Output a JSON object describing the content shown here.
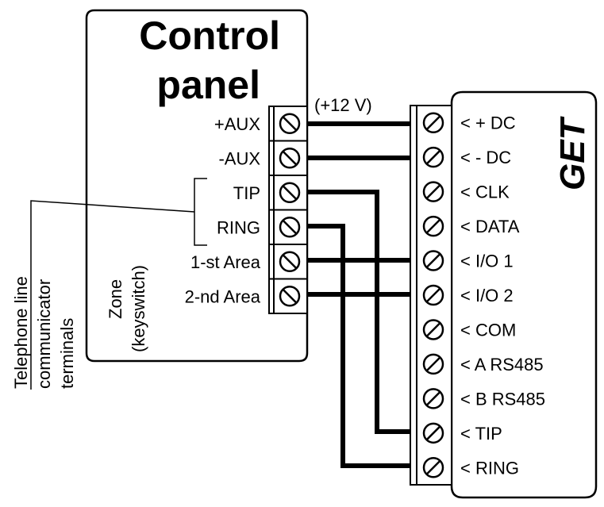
{
  "diagram": {
    "control_panel": {
      "title_line1": "Control",
      "title_line2": "panel",
      "terminals": [
        "+AUX",
        "-AUX",
        "TIP",
        "RING",
        "1-st Area",
        "2-nd Area"
      ],
      "zone_label_line1": "Zone",
      "zone_label_line2": "(keyswitch)"
    },
    "voltage_label": "(+12 V)",
    "telephone_label": {
      "line1": "Telephone line",
      "line2": "communicator",
      "line3": "terminals"
    },
    "get_module": {
      "title": "GET",
      "terminals": [
        "< + DC",
        "< - DC",
        "< CLK",
        "< DATA",
        "< I/O 1",
        "< I/O 2",
        "< COM",
        "< A RS485",
        "< B RS485",
        "< TIP",
        "< RING"
      ]
    },
    "connections": [
      {
        "from": "+AUX",
        "to": "+ DC"
      },
      {
        "from": "-AUX",
        "to": "- DC"
      },
      {
        "from": "TIP",
        "to": "TIP"
      },
      {
        "from": "RING",
        "to": "RING"
      },
      {
        "from": "1-st Area",
        "to": "I/O 1"
      },
      {
        "from": "2-nd Area",
        "to": "I/O 2"
      }
    ],
    "colors": {
      "stroke": "#000000",
      "background": "#ffffff"
    }
  }
}
